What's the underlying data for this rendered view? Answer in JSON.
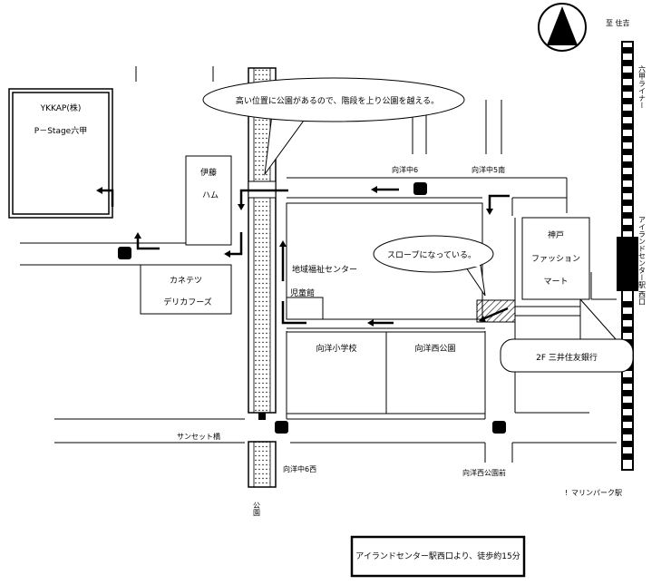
{
  "compass": {
    "icon": "north-arrow-icon"
  },
  "rail": {
    "to_label": "至 住吉",
    "line_name": "六甲ライナー",
    "station": "アイランドセンター駅 西口",
    "next_station": "マリンパーク駅"
  },
  "buildings": {
    "ykkap_name": "YKKAP(株)",
    "ykkap_sub": "P－Stage六甲",
    "ito": "伊藤",
    "ham": "ハム",
    "kanetetsu": "カネテツ",
    "delica": "デリカフーズ",
    "welfare": "地域福祉センター",
    "jido": "児童館",
    "school": "向洋小学校",
    "park": "向洋西公園",
    "fashion_1": "神戸",
    "fashion_2": "ファッション",
    "fashion_3": "マート",
    "bank": "2F 三井住友銀行"
  },
  "callouts": {
    "park_note": "高い位置に公園があるので、階段を上り公園を越える。",
    "slope_note": "スロープになっている。"
  },
  "stops": {
    "kouyou6": "向洋中6",
    "kouyou5s": "向洋中5南",
    "kouyou6w": "向洋中6西",
    "parkmae": "向洋西公園前"
  },
  "roads": {
    "sunset": "サンセット橋",
    "park_path": "公園"
  },
  "notice": "アイランドセンター駅西口より、徒歩約15分"
}
